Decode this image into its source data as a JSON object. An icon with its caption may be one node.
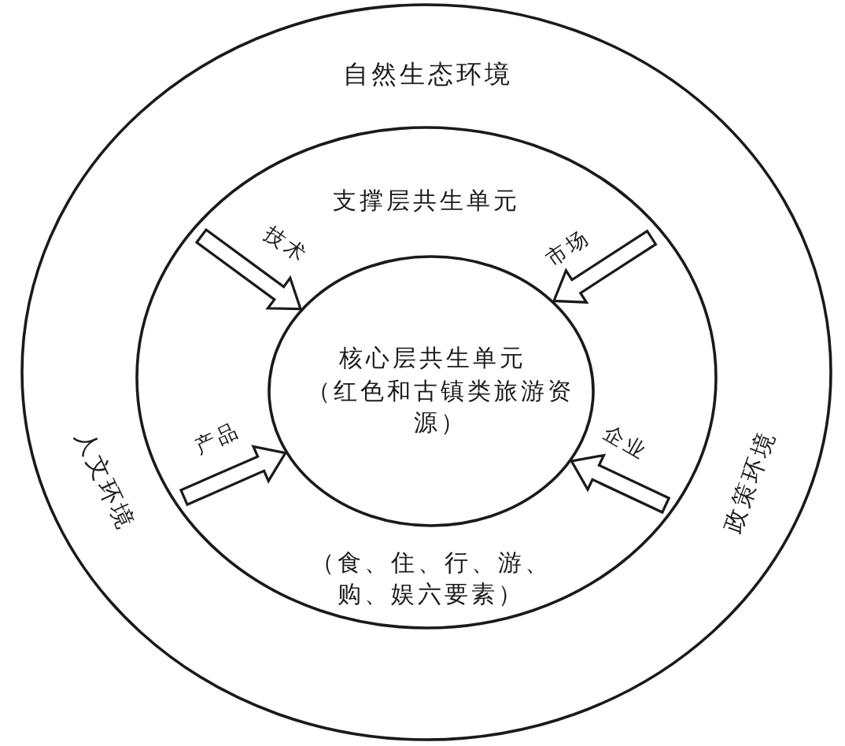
{
  "diagram": {
    "nodes": [
      {
        "text": [
          "自然生态环境",
          "人文环境",
          "政策环境"
        ]
      },
      {
        "text": [
          "支撑层共生单元",
          "（食、住、行、游、购、娱六要素）"
        ],
        "in": 0
      },
      {
        "text": [
          "核心层共生单元",
          "（红色和古镇类旅游资源）"
        ],
        "in": 1
      }
    ],
    "edges": [
      {
        "from": null,
        "to": 2,
        "arrow": "to",
        "label": "技术"
      },
      {
        "from": null,
        "to": 2,
        "arrow": "to",
        "label": "市场"
      },
      {
        "from": null,
        "to": 2,
        "arrow": "to",
        "label": "产品"
      },
      {
        "from": null,
        "to": 2,
        "arrow": "to",
        "label": "企业"
      }
    ]
  }
}
